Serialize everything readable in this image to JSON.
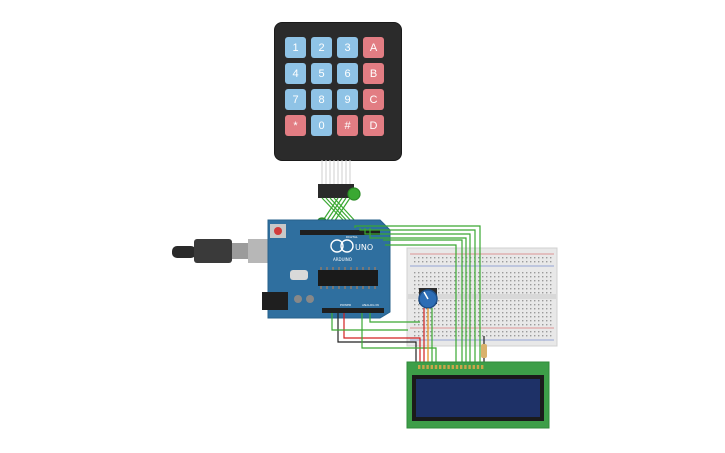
{
  "keypad": {
    "keys": [
      "1",
      "2",
      "3",
      "A",
      "4",
      "5",
      "6",
      "B",
      "7",
      "8",
      "9",
      "C",
      "*",
      "0",
      "#",
      "D"
    ],
    "key_colors": {
      "blue": "#8fc3e6",
      "red": "#e27d83"
    }
  },
  "arduino": {
    "logo_text": "ARDUINO",
    "model": "UNO",
    "header_labels": {
      "digital": "DIGITAL",
      "power": "POWER",
      "analog": "ANALOG IN"
    },
    "board_color": "#2f6f9f"
  },
  "breadboard": {
    "color": "#e8e8e8"
  },
  "lcd": {
    "pcb_color": "#3d9e48",
    "screen_color": "#1e3167"
  },
  "wire_colors": {
    "green": "#3aa832",
    "red": "#d22020",
    "black": "#222222",
    "orange": "#e38a1c"
  }
}
